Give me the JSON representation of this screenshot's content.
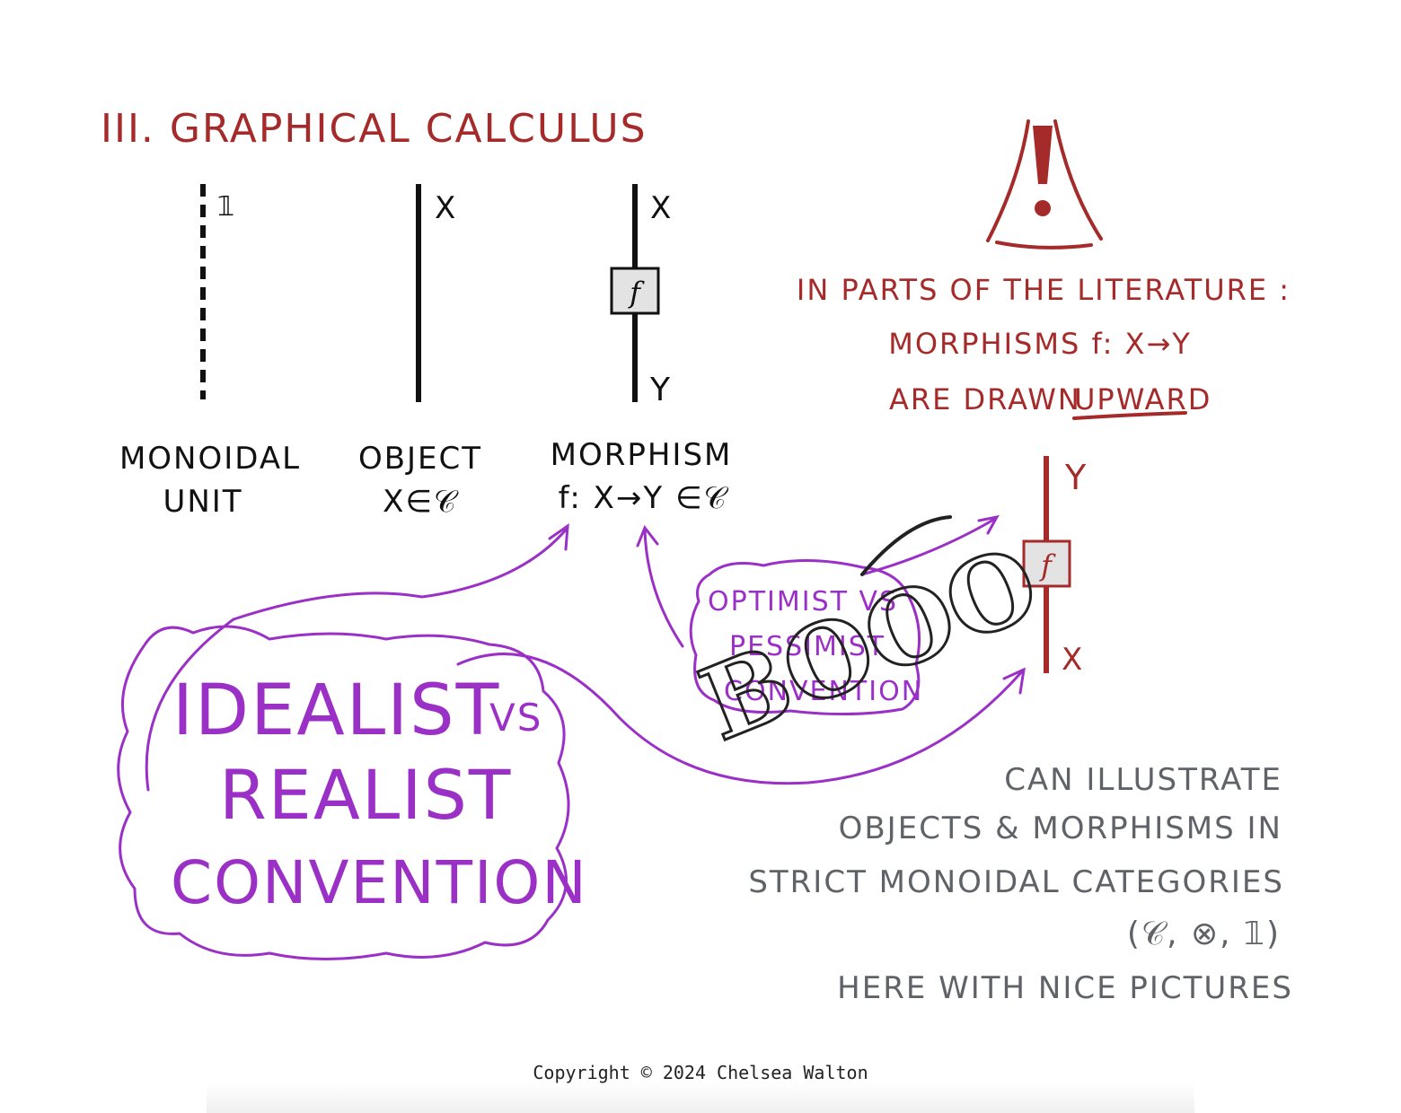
{
  "colors": {
    "red": "#a52a2a",
    "black": "#111111",
    "purple": "#9b30c7",
    "grey": "#5f6368",
    "box_fill": "#e3e3e3"
  },
  "title": "III. GRAPHICAL CALCULUS",
  "strands": {
    "unit": {
      "label": "𝟙",
      "caption_line1": "MONOIDAL",
      "caption_line2": "UNIT"
    },
    "object": {
      "label": "X",
      "caption_line1": "OBJECT",
      "caption_line2": "X∈𝒞"
    },
    "morphism": {
      "top_label": "X",
      "box_label": "f",
      "bottom_label": "Y",
      "caption_line1": "MORPHISM",
      "caption_line2": "f: X→Y ∈𝒞"
    }
  },
  "warning": {
    "icon": "exclamation-warning-icon",
    "line1": "IN PARTS OF THE LITERATURE :",
    "line2": "MORPHISMS f: X→Y",
    "line3_prefix": "ARE DRAWN",
    "line3_emphasis": "UPWARD"
  },
  "upward_morphism": {
    "top_label": "Y",
    "box_label": "f",
    "bottom_label": "X"
  },
  "optimist_cloud": {
    "line1": "OPTIMIST VS",
    "line2": "PESSIMIST",
    "line3": "CONVENTION"
  },
  "boo_scribble": "BOOO",
  "idealist_cloud": {
    "line1": "IDEALIST",
    "line1_small": "VS",
    "line2": "REALIST",
    "line3": "CONVENTION"
  },
  "note": {
    "line1": "CAN ILLUSTRATE",
    "line2": "OBJECTS & MORPHISMS IN",
    "line3": "STRICT MONOIDAL CATEGORIES",
    "line4": "(𝒞, ⊗, 𝟙)",
    "line5": "HERE WITH NICE PICTURES"
  },
  "footer": {
    "copyright": "Copyright © 2024 Chelsea Walton"
  }
}
